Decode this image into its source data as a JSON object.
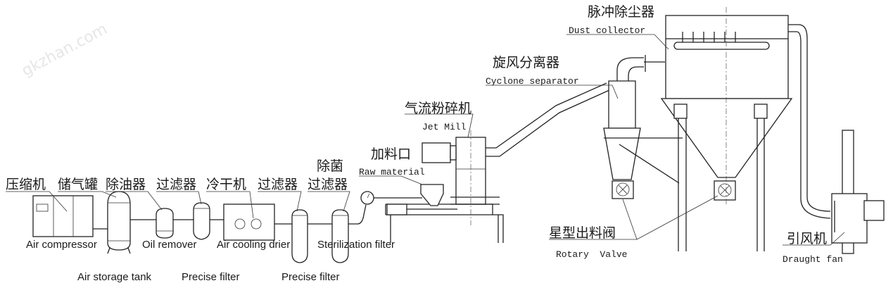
{
  "watermark": "gkzhan.com",
  "equipment": {
    "air_compressor": {
      "cn": "压缩机",
      "en": "Air compressor"
    },
    "air_storage_tank": {
      "cn": "储气罐",
      "en": "Air storage tank"
    },
    "oil_remover": {
      "cn": "除油器",
      "en": "Oil remover"
    },
    "precise_filter_1": {
      "cn": "过滤器",
      "en": "Precise filter"
    },
    "air_cooling_drier": {
      "cn": "冷干机",
      "en": "Air cooling drier"
    },
    "precise_filter_2": {
      "cn": "过滤器",
      "en": "Precise filter"
    },
    "sterilization_filter": {
      "cn_line1": "除菌",
      "cn_line2": "过滤器",
      "en": "Sterilization filter"
    },
    "raw_material": {
      "cn": "加料口",
      "en": "Raw material"
    },
    "jet_mill": {
      "cn": "气流粉碎机",
      "en": "Jet Mill"
    },
    "cyclone_separator": {
      "cn": "旋风分离器",
      "en": "Cyclone separator"
    },
    "dust_collector": {
      "cn": "脉冲除尘器",
      "en": "Dust collector"
    },
    "rotary_valve": {
      "cn": "星型出料阀",
      "en": "Rotary  Valve"
    },
    "draught_fan": {
      "cn": "引风机",
      "en": "Draught fan"
    }
  }
}
